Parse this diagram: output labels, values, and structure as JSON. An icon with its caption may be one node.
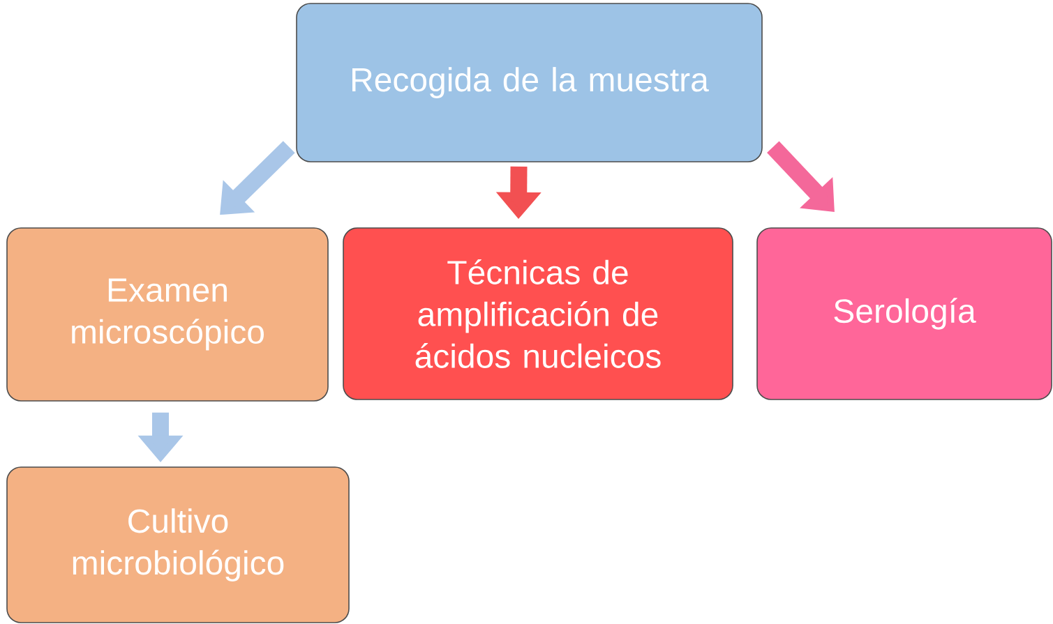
{
  "diagram": {
    "nodes": [
      {
        "text": [
          "Recogida de la muestra"
        ]
      },
      {
        "text": [
          "Examen microscópico"
        ]
      },
      {
        "text": [
          "Técnicas de amplificación de ácidos nucleicos"
        ]
      },
      {
        "text": [
          "Serología"
        ]
      },
      {
        "text": [
          "Cultivo microbiológico"
        ]
      }
    ],
    "edges": [
      {
        "from": 0,
        "to": 1,
        "arrow": "to",
        "color": "#a9c6e8"
      },
      {
        "from": 0,
        "to": 2,
        "arrow": "to",
        "color": "#f25052"
      },
      {
        "from": 0,
        "to": 3,
        "arrow": "to",
        "color": "#f4689a"
      },
      {
        "from": 1,
        "to": 4,
        "arrow": "to",
        "color": "#a9c6e8"
      }
    ]
  }
}
